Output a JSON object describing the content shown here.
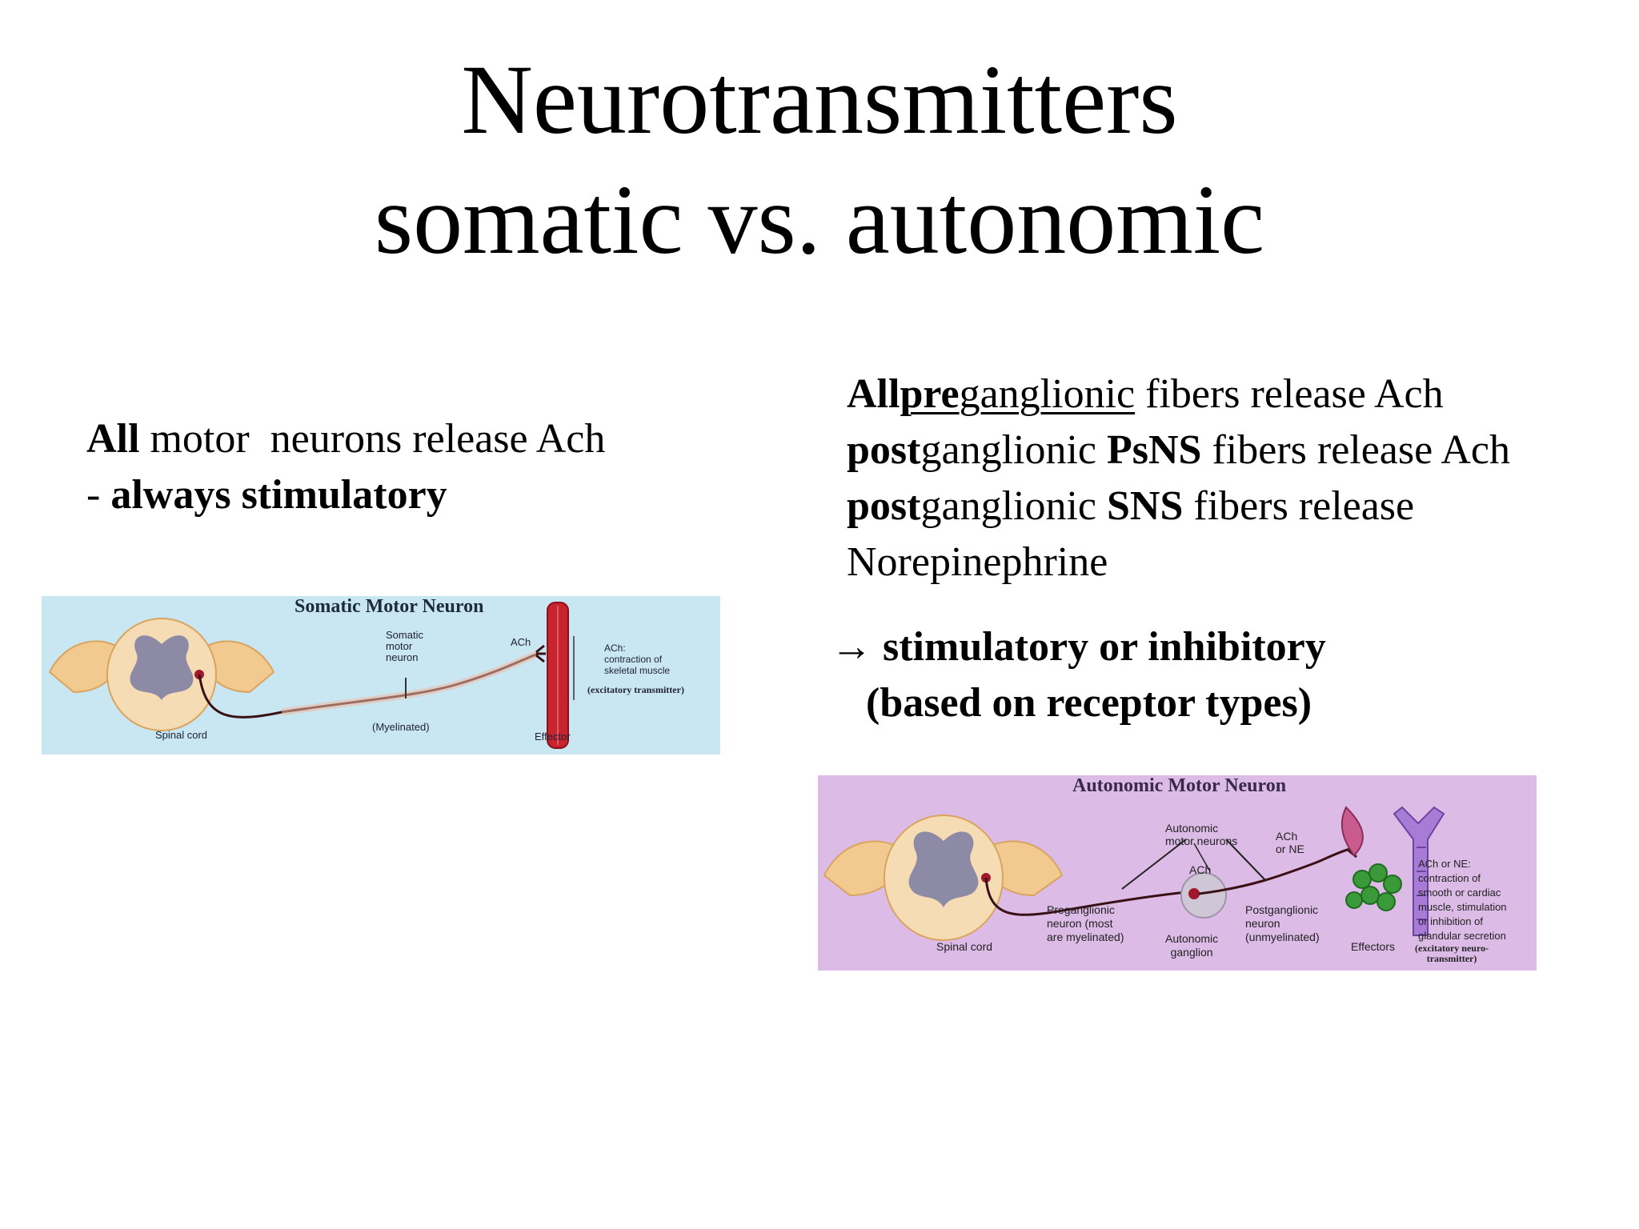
{
  "slide": {
    "title_line1": "Neurotransmitters",
    "title_line2": "somatic vs. autonomic"
  },
  "left": {
    "bold_all": "All",
    "line1_rest": " motor  neurons release Ach",
    "dash": "- ",
    "always_stimulatory": "always stimulatory"
  },
  "right": {
    "line1": {
      "all": "All",
      "pre": "pre",
      "ganglionic": "ganglionic",
      "rest": " fibers release Ach"
    },
    "line2": {
      "post": "post",
      "ganglionic": "ganglionic ",
      "psns": "PsNS",
      "rest": " fibers release Ach"
    },
    "line3": {
      "post": "post",
      "ganglionic": "ganglionic ",
      "sns": "SNS",
      "rest": " fibers release"
    },
    "line4": "Norepinephrine",
    "arrow_line": "→ stimulatory or inhibitory",
    "based_line": "(based on receptor types)"
  },
  "somatic_figure": {
    "title": "Somatic Motor Neuron",
    "somatic_label_1": "Somatic",
    "somatic_label_2": "motor",
    "somatic_label_3": "neuron",
    "ach": "ACh",
    "ach_note_1": "ACh:",
    "ach_note_2": "contraction of",
    "ach_note_3": "skeletal muscle",
    "ach_note_4": "(excitatory transmitter)",
    "spinal_cord": "Spinal cord",
    "myelinated": "(Myelinated)",
    "effector": "Effector",
    "colors": {
      "background": "#c9e7f3",
      "muscle": "#c8242f",
      "spinal": "#f2c98f",
      "gray_matter": "#8d8aa6"
    }
  },
  "autonomic_figure": {
    "title": "Autonomic Motor Neuron",
    "autonomic_1": "Autonomic",
    "autonomic_2": "motor neurons",
    "ach_top": "ACh",
    "ach_or_ne_1": "ACh",
    "ach_or_ne_2": "or NE",
    "pre_1": "Preganglionic",
    "pre_2": "neuron (most",
    "pre_3": "are myelinated)",
    "post_1": "Postganglionic",
    "post_2": "neuron",
    "post_3": "(unmyelinated)",
    "spinal_cord": "Spinal cord",
    "ganglion_1": "Autonomic",
    "ganglion_2": "ganglion",
    "effectors": "Effectors",
    "note_1": "ACh or NE:",
    "note_2": "contraction of",
    "note_3": "smooth or cardiac",
    "note_4": "muscle, stimulation",
    "note_5": "or inhibition of",
    "note_6": "glandular secretion",
    "note_7": "(excitatory neuro-",
    "note_8": "transmitter)",
    "colors": {
      "background": "#dcbbe6",
      "vessel": "#a77bd6",
      "gland": "#3a9a3a",
      "spinal": "#f2c98f"
    }
  }
}
